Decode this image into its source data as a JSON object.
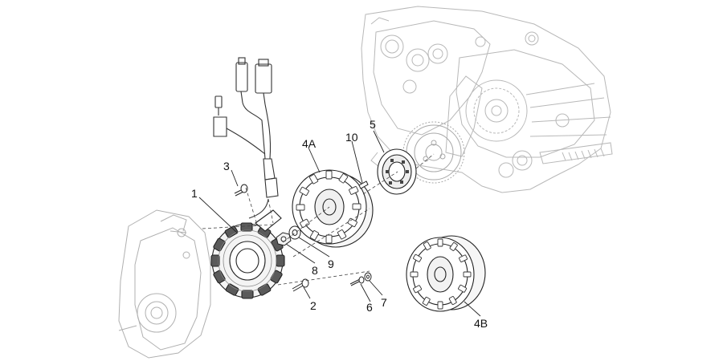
{
  "diagram": {
    "callouts": [
      {
        "id": "1",
        "label": "1"
      },
      {
        "id": "2",
        "label": "2"
      },
      {
        "id": "3",
        "label": "3"
      },
      {
        "id": "4A",
        "label": "4A"
      },
      {
        "id": "4B",
        "label": "4B"
      },
      {
        "id": "5",
        "label": "5"
      },
      {
        "id": "6",
        "label": "6"
      },
      {
        "id": "7",
        "label": "7"
      },
      {
        "id": "8",
        "label": "8"
      },
      {
        "id": "9",
        "label": "9"
      },
      {
        "id": "10",
        "label": "10"
      }
    ]
  }
}
